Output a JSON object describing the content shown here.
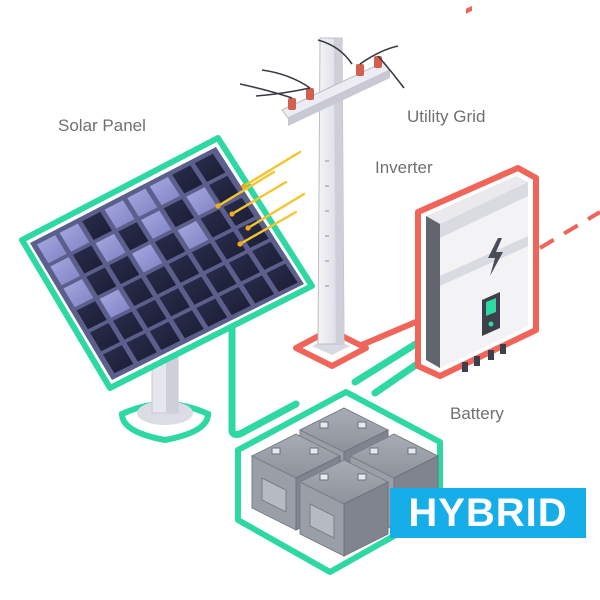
{
  "labels": {
    "solar_panel": "Solar Panel",
    "utility_grid": "Utility Grid",
    "inverter": "Inverter",
    "battery": "Battery"
  },
  "badge": {
    "text": "HYBRID"
  },
  "colors": {
    "solar_connection": "#2ed8a3",
    "grid_connection": "#f0645a",
    "badge_background": "#16aee8",
    "sun_rays": "#f5c62b",
    "label_text": "#707070"
  },
  "icons": {
    "inverter_symbol": "lightning-bolt-icon"
  }
}
